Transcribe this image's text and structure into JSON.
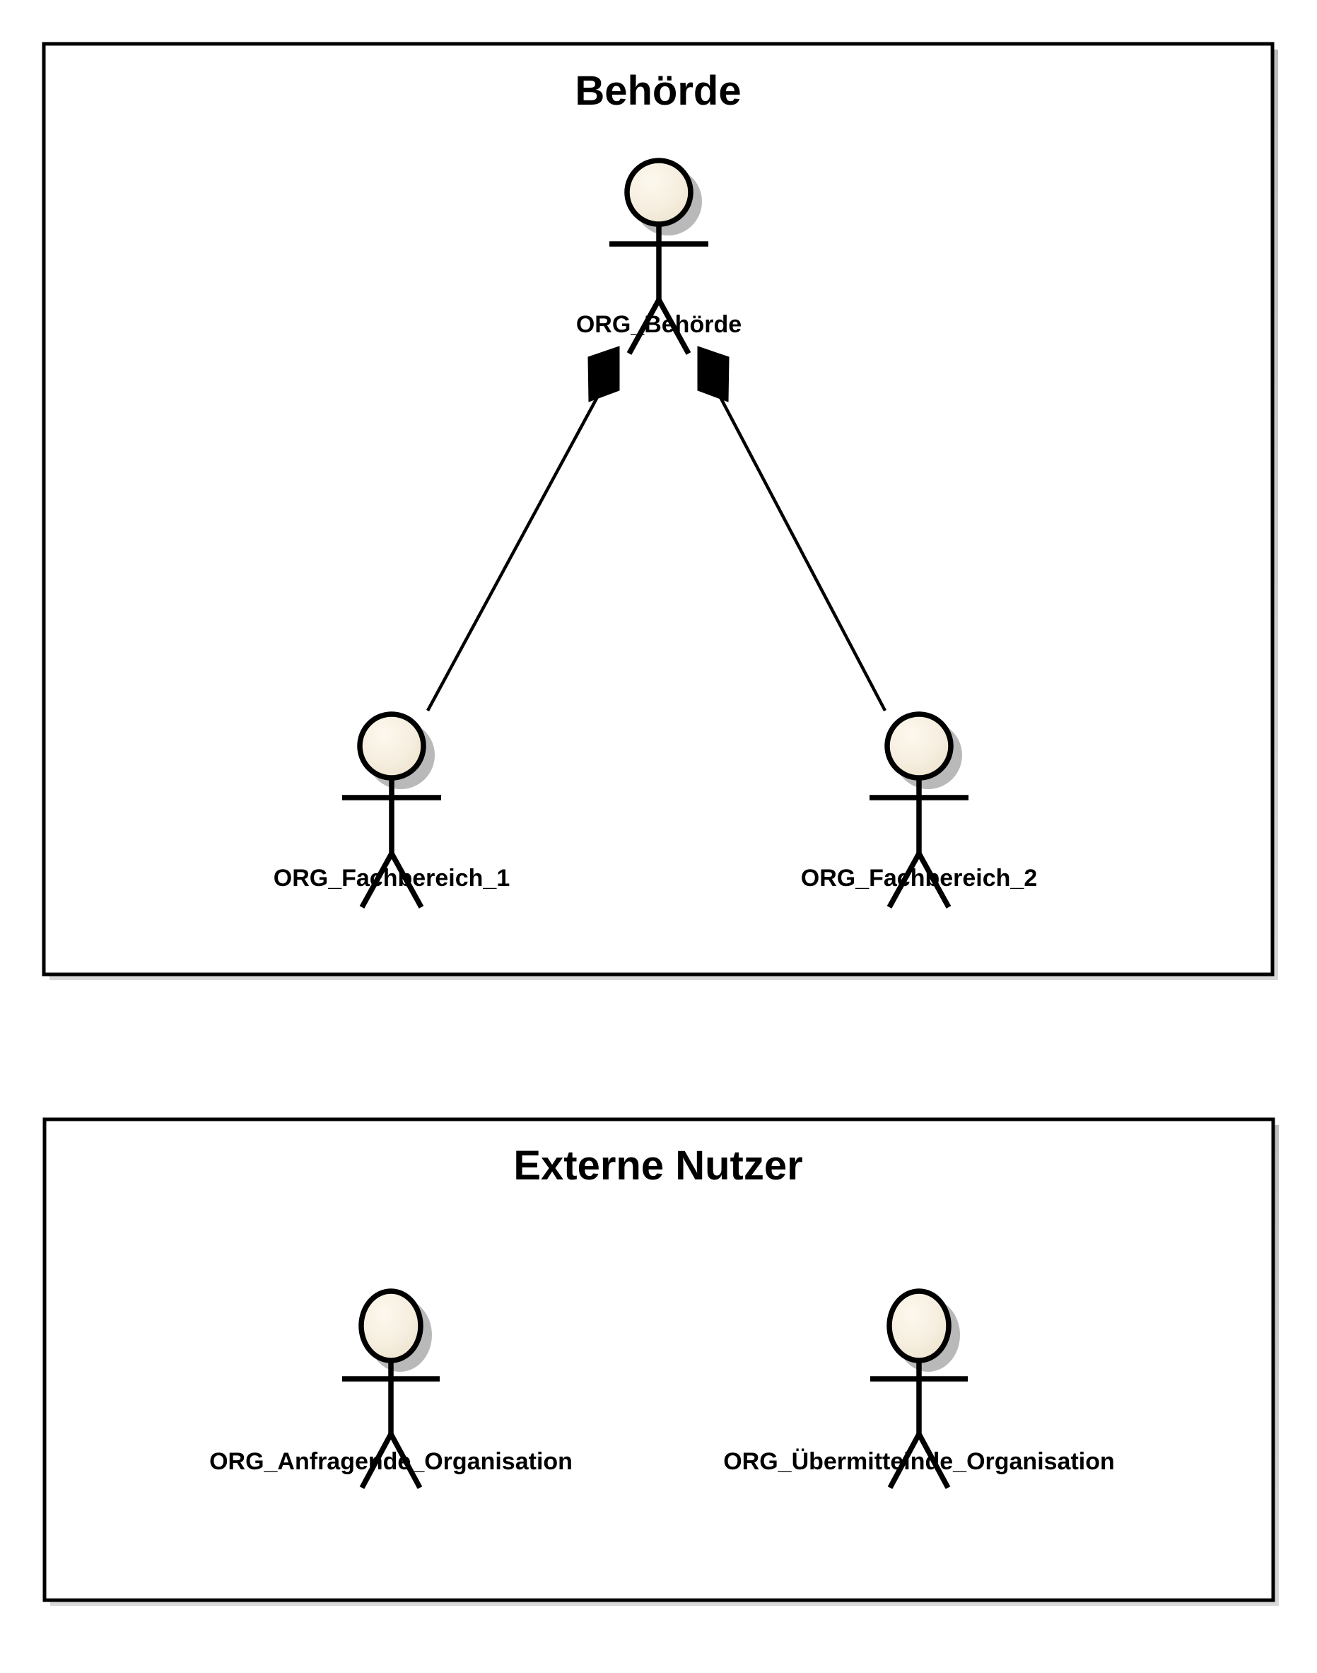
{
  "diagram": {
    "type": "uml-actor-diagram",
    "background_color": "#ffffff",
    "actor_head_fill": "#f5eddc",
    "actor_outline_color": "#000000",
    "actor_shadow_color": "#b9b9b9",
    "panel_border_color": "#000000",
    "connector_color": "#000000"
  },
  "panels": [
    {
      "id": "behoerde",
      "title": "Behörde",
      "actors": [
        {
          "id": "org-behoerde",
          "label": "ORG_Behörde",
          "role": "parent"
        },
        {
          "id": "org-fachbereich-1",
          "label": "ORG_Fachbereich_1",
          "role": "child"
        },
        {
          "id": "org-fachbereich-2",
          "label": "ORG_Fachbereich_2",
          "role": "child"
        }
      ],
      "relationships": [
        {
          "type": "composition",
          "from": "ORG_Behörde",
          "to": "ORG_Fachbereich_1"
        },
        {
          "type": "composition",
          "from": "ORG_Behörde",
          "to": "ORG_Fachbereich_2"
        }
      ]
    },
    {
      "id": "externe-nutzer",
      "title": "Externe Nutzer",
      "actors": [
        {
          "id": "org-anfragende-organisation",
          "label": "ORG_Anfragende_Organisation",
          "role": "standalone"
        },
        {
          "id": "org-uebermittelnde-organisation",
          "label": "ORG_Übermittelnde_Organisation",
          "role": "standalone"
        }
      ],
      "relationships": []
    }
  ]
}
